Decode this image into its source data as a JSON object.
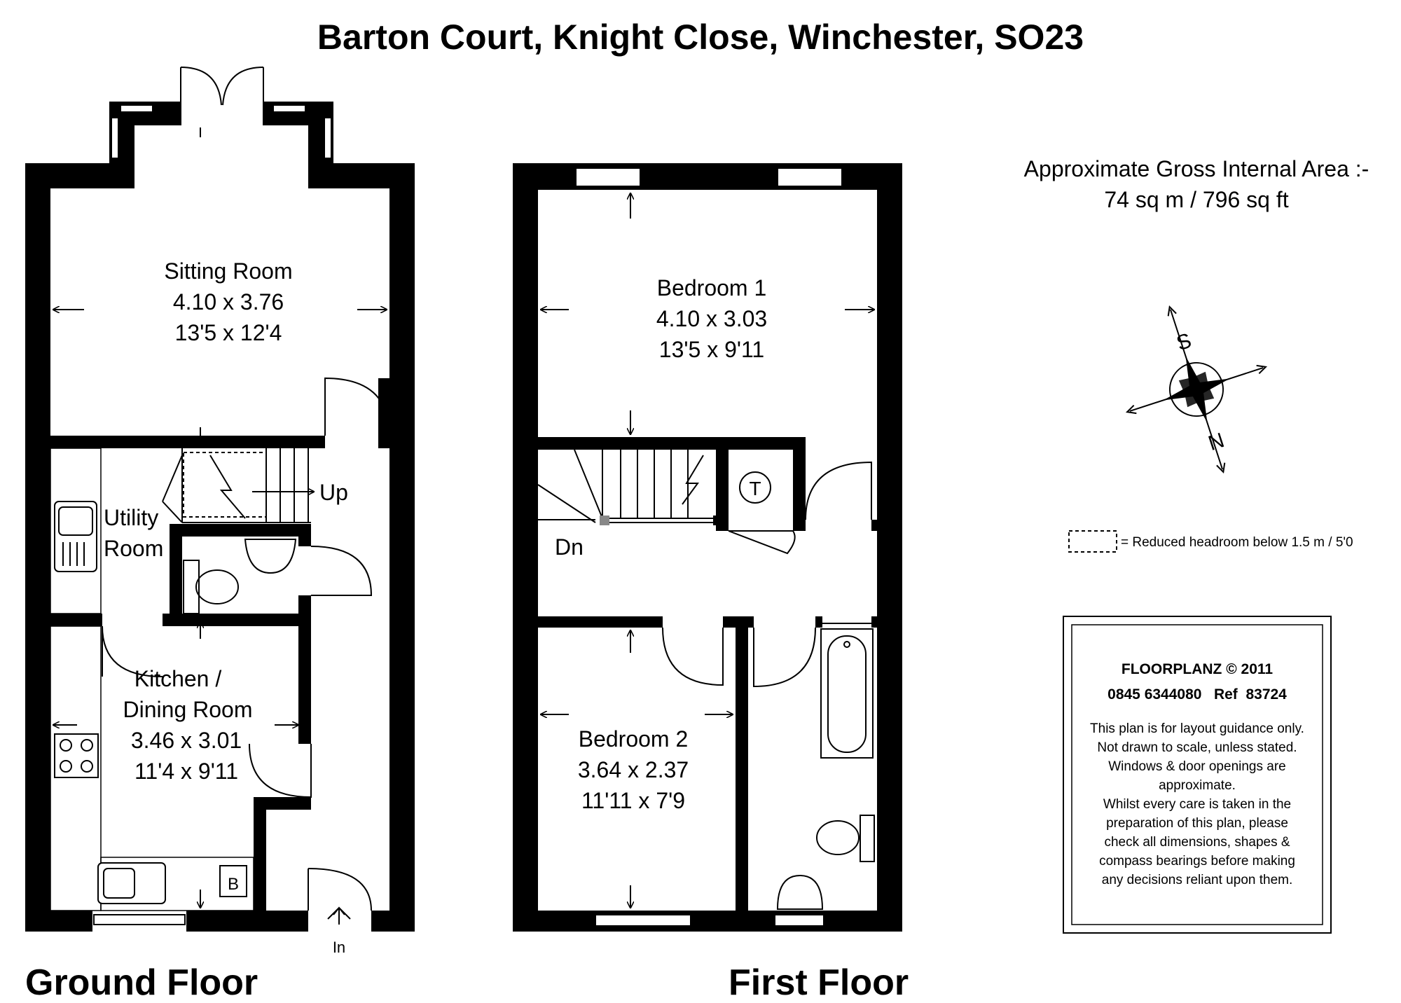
{
  "title": "Barton Court, Knight Close, Winchester, SO23",
  "area": {
    "line1": "Approximate Gross Internal Area :-",
    "line2": "74 sq m / 796 sq ft"
  },
  "legend": {
    "reduced_headroom": "= Reduced headroom below 1.5 m / 5'0"
  },
  "floors": {
    "ground": {
      "label": "Ground Floor",
      "rooms": {
        "sitting": {
          "name": "Sitting Room",
          "metric": "4.10 x 3.76",
          "imperial": "13'5 x 12'4"
        },
        "utility": {
          "line1": "Utility",
          "line2": "Room"
        },
        "kitchen": {
          "line1": "Kitchen /",
          "line2": "Dining Room",
          "metric": "3.46 x 3.01",
          "imperial": "11'4 x 9'11"
        }
      },
      "stairs_label": "Up",
      "boiler_label": "B",
      "entrance_label": "In"
    },
    "first": {
      "label": "First Floor",
      "rooms": {
        "bedroom1": {
          "name": "Bedroom 1",
          "metric": "4.10 x 3.03",
          "imperial": "13'5 x 9'11"
        },
        "bedroom2": {
          "name": "Bedroom 2",
          "metric": "3.64 x 2.37",
          "imperial": "11'11 x 7'9"
        }
      },
      "stairs_label": "Dn",
      "tank_label": "T"
    }
  },
  "compass": {
    "south": "S",
    "north": "N"
  },
  "disclaimer": {
    "company": "FLOORPLANZ © 2011",
    "phone_ref": "0845 6344080   Ref  83724",
    "lines": [
      "This plan is for layout guidance only.",
      "Not drawn to scale, unless stated.",
      "Windows & door openings are",
      "approximate.",
      "Whilst every care is taken in the",
      "preparation of this plan, please",
      "check all dimensions, shapes &",
      "compass bearings before making",
      "any decisions reliant upon them."
    ]
  }
}
